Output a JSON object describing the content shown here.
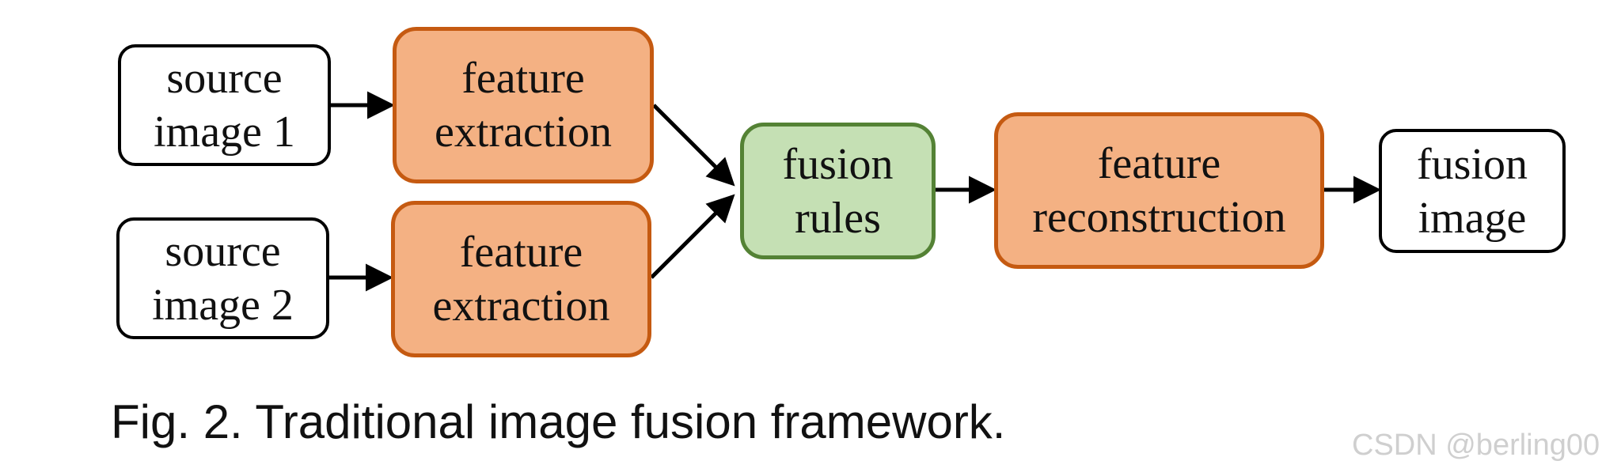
{
  "diagram": {
    "nodes": {
      "source1": {
        "line1": "source",
        "line2": "image 1"
      },
      "source2": {
        "line1": "source",
        "line2": "image 2"
      },
      "extract1": {
        "line1": "feature",
        "line2": "extraction"
      },
      "extract2": {
        "line1": "feature",
        "line2": "extraction"
      },
      "rules": {
        "line1": "fusion",
        "line2": "rules"
      },
      "reconstruct": {
        "line1": "feature",
        "line2": "reconstruction"
      },
      "output": {
        "line1": "fusion",
        "line2": "image"
      }
    },
    "edges": [
      [
        "source1",
        "extract1"
      ],
      [
        "source2",
        "extract2"
      ],
      [
        "extract1",
        "rules"
      ],
      [
        "extract2",
        "rules"
      ],
      [
        "rules",
        "reconstruct"
      ],
      [
        "reconstruct",
        "output"
      ]
    ],
    "colors": {
      "feature_fill": "#f4b183",
      "feature_border": "#c55a11",
      "rules_fill": "#c5e0b4",
      "rules_border": "#548235",
      "io_border": "#000000"
    }
  },
  "caption": "Fig. 2. Traditional image fusion framework.",
  "watermark": "CSDN @berling00"
}
